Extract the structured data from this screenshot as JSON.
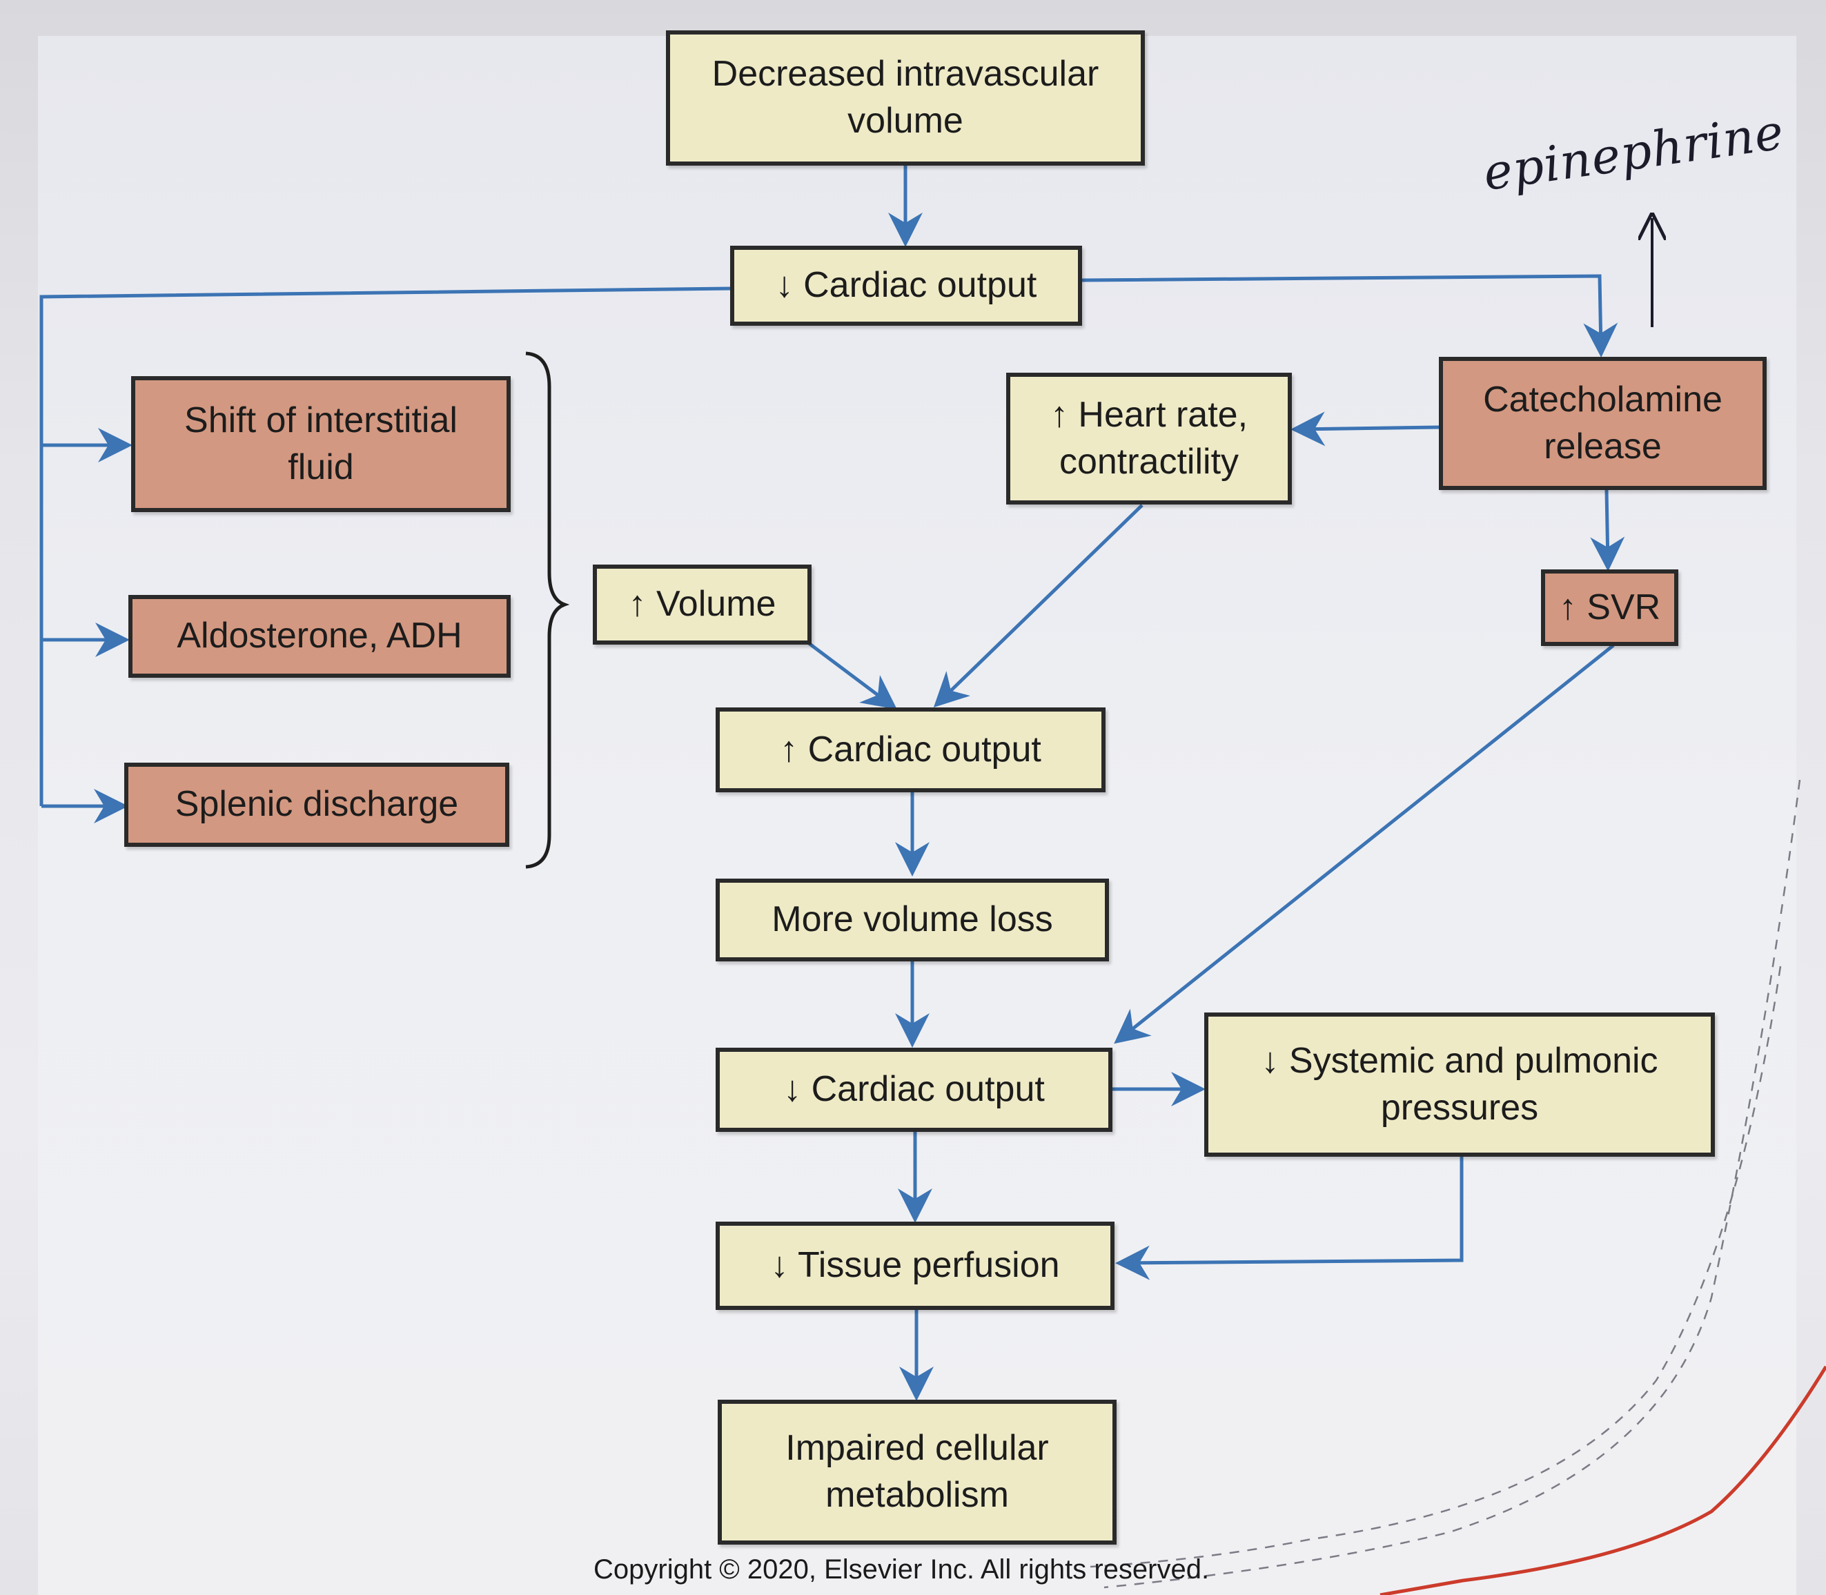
{
  "boxes": {
    "decreased_volume": "Decreased intravascular\nvolume",
    "cardiac_output_down_1": "↓ Cardiac output",
    "shift_interstitial": "Shift of interstitial\nfluid",
    "aldosterone_adh": "Aldosterone, ADH",
    "splenic_discharge": "Splenic discharge",
    "heart_rate": "↑ Heart rate,\ncontractility",
    "catecholamine": "Catecholamine\nrelease",
    "volume_up": "↑ Volume",
    "svr_up": "↑ SVR",
    "cardiac_output_up": "↑ Cardiac output",
    "more_volume_loss": "More volume loss",
    "cardiac_output_down_2": "↓ Cardiac output",
    "systemic_pressures": "↓ Systemic and pulmonic\npressures",
    "tissue_perfusion": "↓ Tissue perfusion",
    "impaired_metabolism": "Impaired cellular\nmetabolism"
  },
  "annotation": "epinephrine",
  "copyright": "Copyright © 2020, Elsevier Inc. All rights reserved.",
  "colors": {
    "cream_box": "#eeeac6",
    "salmon_box": "#d39881",
    "arrow": "#3c74b4",
    "border": "#2a2a2a",
    "handwriting": "#1b1b2a",
    "red_stroke": "#cc3b2b"
  }
}
